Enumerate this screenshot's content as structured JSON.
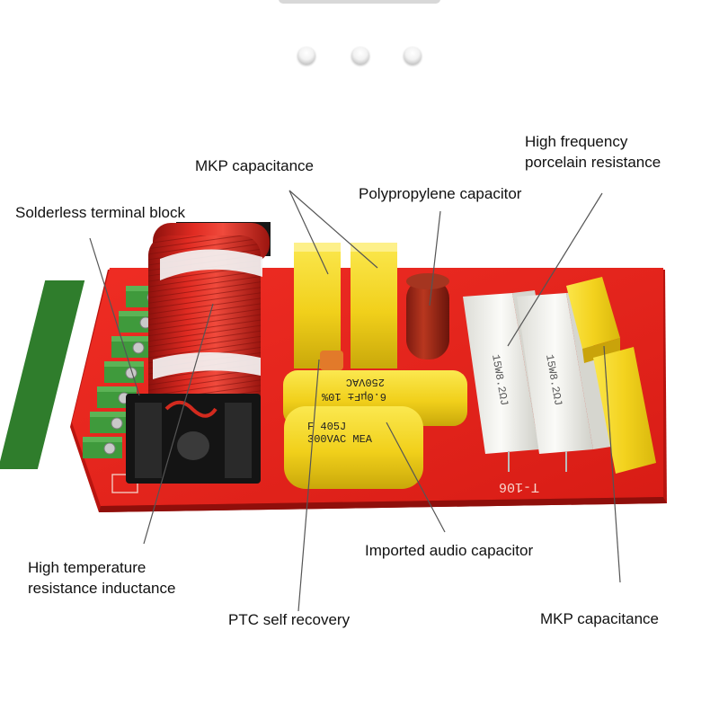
{
  "colors": {
    "board": "#e8231d",
    "terminal_green": "#3f9a3c",
    "yellow_cap": "#f3d21e",
    "coil_copper": "#c8201a",
    "resistor_white": "#f4f4f0",
    "leader_line": "#555555"
  },
  "decor": {
    "dots": [
      "indicator-dot",
      "indicator-dot",
      "indicator-dot"
    ]
  },
  "labels": {
    "mkp_top": "MKP capacitance",
    "high_freq_line1": "High frequency",
    "high_freq_line2": "porcelain resistance",
    "polypropylene": "Polypropylene capacitor",
    "solderless": "Solderless terminal block",
    "imported_audio": "Imported audio capacitor",
    "high_temp_line1": "High temperature",
    "high_temp_line2": "resistance inductance",
    "ptc": "PTC self recovery",
    "mkp_bottom": "MKP capacitance"
  },
  "component_markings": {
    "resistor_a": "15W8.2ΩJ",
    "resistor_b": "15W8.2ΩJ",
    "cap_250_line1": "250VAC",
    "cap_250_line2": "6.0μF± 10%",
    "cap_300_line1": "F        405J",
    "cap_300_line2": "300VAC  MEA",
    "board_model": "T-106"
  }
}
